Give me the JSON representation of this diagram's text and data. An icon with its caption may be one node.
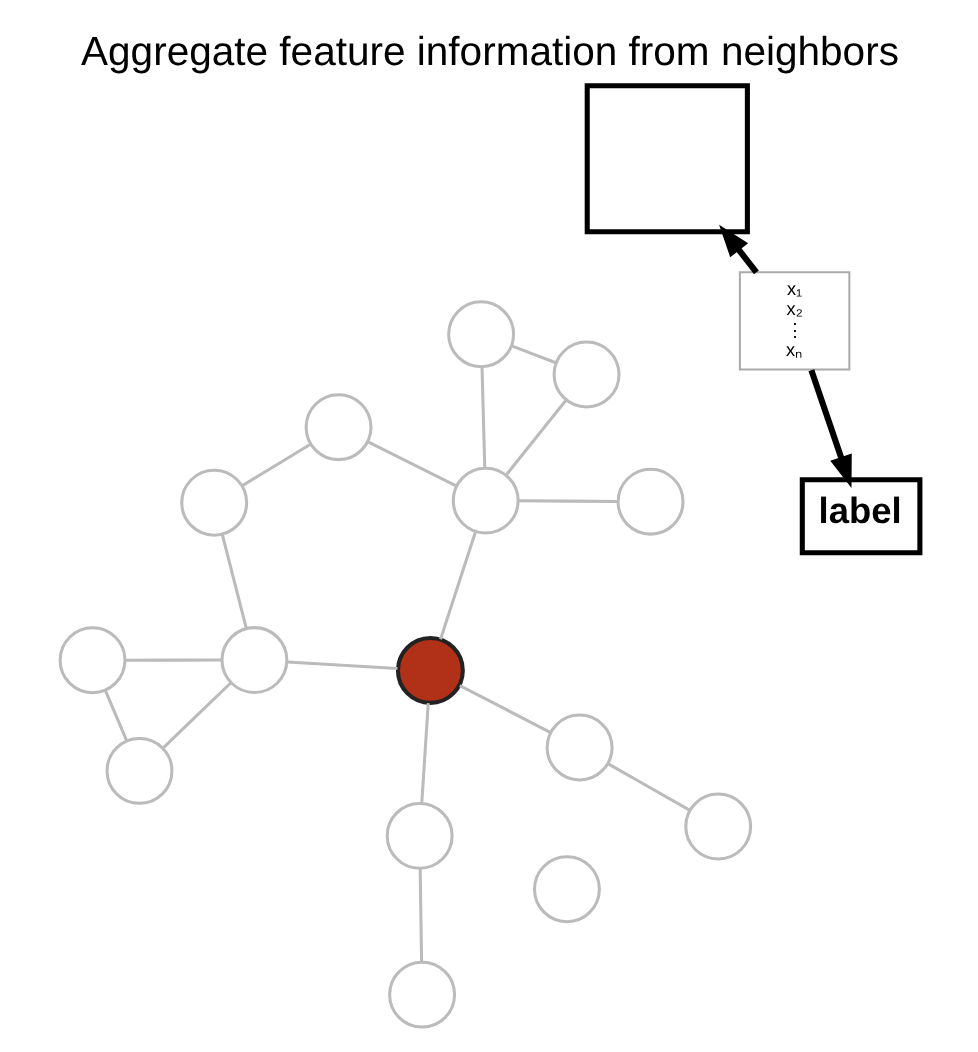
{
  "diagram": {
    "title": "Aggregate feature information from neighbors",
    "nodes": [
      {
        "text": [],
        "shape": "circle"
      },
      {
        "text": [],
        "shape": "circle"
      },
      {
        "text": [],
        "shape": "box"
      },
      {
        "text": [],
        "shape": "circle"
      },
      {
        "text": [],
        "shape": "circle"
      },
      {
        "text": [],
        "shape": "circle"
      },
      {
        "text": [
          "x₁",
          "x₂",
          "⋮",
          "xₙ"
        ]
      },
      {
        "text": [
          "label"
        ]
      },
      {
        "text": [],
        "shape": "circle"
      },
      {
        "text": [],
        "shape": "circle"
      },
      {
        "text": [],
        "shape": "circle"
      },
      {
        "text": [],
        "shape": "circle"
      },
      {
        "text": [],
        "shape": "circle"
      },
      {
        "text": [],
        "shape": "circle"
      },
      {
        "text": [],
        "shape": "circle"
      },
      {
        "text": [],
        "shape": "circle"
      },
      {
        "text": [],
        "shape": "circle"
      },
      {
        "text": [],
        "shape": "circle"
      }
    ],
    "edges": [
      {
        "from": 0,
        "to": 4,
        "arrow": "none"
      },
      {
        "from": 0,
        "to": 8,
        "arrow": "none"
      },
      {
        "from": 1,
        "to": 4,
        "arrow": "none"
      },
      {
        "from": 4,
        "to": 8,
        "arrow": "none"
      },
      {
        "from": 4,
        "to": 10,
        "arrow": "none"
      },
      {
        "from": 1,
        "to": 5,
        "arrow": "none"
      },
      {
        "from": 5,
        "to": 12,
        "arrow": "none"
      },
      {
        "from": 9,
        "to": 10,
        "arrow": "none"
      },
      {
        "from": 9,
        "to": 13,
        "arrow": "none"
      },
      {
        "from": 10,
        "to": 14,
        "arrow": "none"
      },
      {
        "from": 10,
        "to": 12,
        "arrow": "none"
      },
      {
        "from": 14,
        "to": 17,
        "arrow": "none"
      },
      {
        "from": 12,
        "to": 11,
        "arrow": "none"
      },
      {
        "from": 12,
        "to": 15,
        "arrow": "none"
      },
      {
        "from": 12,
        "to": 16,
        "arrow": "none"
      },
      {
        "from": 15,
        "to": 16,
        "arrow": "none"
      },
      {
        "from": 6,
        "to": 2,
        "arrow": "to",
        "style": "thick",
        "color": "#000000"
      },
      {
        "from": 6,
        "to": 7,
        "arrow": "to",
        "style": "thick",
        "color": "#000000"
      }
    ]
  }
}
